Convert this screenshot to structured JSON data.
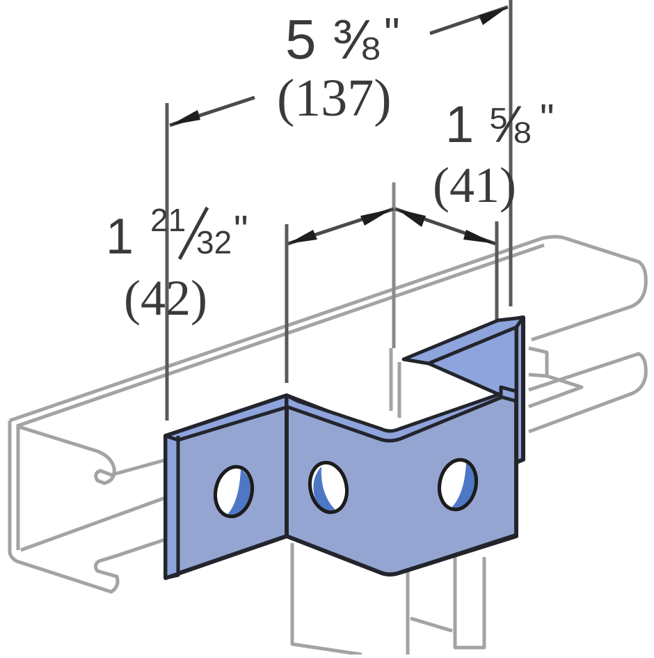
{
  "diagram": {
    "subject": "Z-shaped 3-hole channel bracket mounted on strut channel",
    "colors": {
      "bracket_fill": "#95a5d2",
      "bracket_outline": "#23252c",
      "hole_inner": "#4e78c6",
      "channel_outline": "#a3a3a3",
      "dimension_text": "#3a3a3a",
      "background": "#ffffff"
    },
    "dimensions": {
      "overall_width": {
        "whole": "5",
        "fraction": "⅜",
        "unit_mark": "\"",
        "imperial_label": "5 ⅜\"",
        "metric_label": "(137)"
      },
      "channel_depth": {
        "whole": "1",
        "fraction": "⅝",
        "unit_mark": "\"",
        "imperial_label": "1 ⅝\"",
        "metric_label": "(41)"
      },
      "flange_width": {
        "whole": "1",
        "numerator": "21",
        "denominator": "32",
        "unit_mark": "\"",
        "imperial_label": "1 21/32\"",
        "metric_label": "(42)"
      }
    },
    "bracket": {
      "hole_count": 3
    }
  }
}
